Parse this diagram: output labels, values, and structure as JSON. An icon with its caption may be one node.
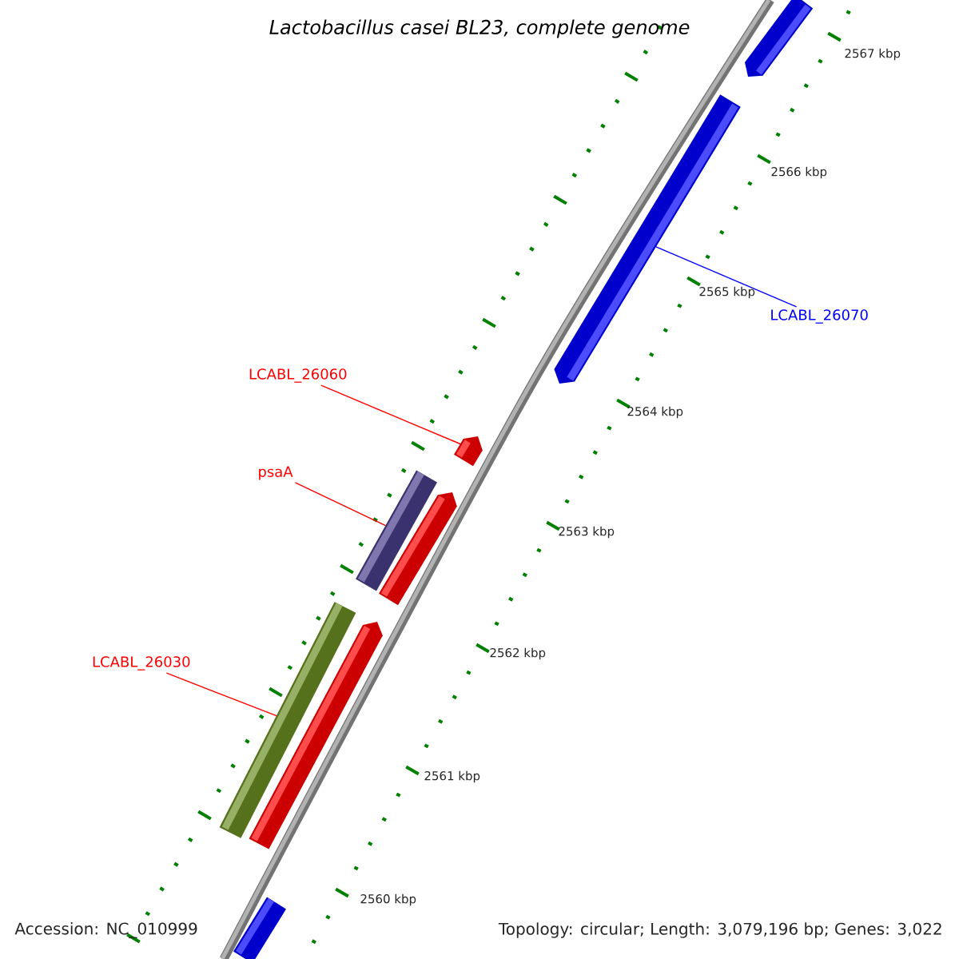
{
  "diagram": {
    "title": "Lactobacillus casei BL23, complete genome",
    "nodes": [
      {
        "text": [],
        "shape": "bar"
      },
      {
        "text": [],
        "shape": "bar"
      },
      {
        "text": [
          "LCABL_26070"
        ]
      },
      {
        "text": [
          "LCABL_26060"
        ]
      },
      {
        "text": [],
        "shape": "bar"
      },
      {
        "text": [
          "psaA"
        ]
      },
      {
        "text": [],
        "shape": "bar"
      },
      {
        "text": [],
        "shape": "bar"
      },
      {
        "text": [],
        "shape": "bar"
      },
      {
        "text": [],
        "shape": "bar"
      },
      {
        "text": [
          "LCABL_26030"
        ]
      },
      {
        "text": [],
        "shape": "bar"
      }
    ],
    "edges": [
      {
        "from": 2,
        "to": 1,
        "arrow": "none",
        "color": "#0000ff"
      },
      {
        "from": 3,
        "to": 4,
        "arrow": "none"
      },
      {
        "from": 5,
        "to": 6,
        "arrow": "none"
      },
      {
        "from": 10,
        "to": 8,
        "arrow": "none"
      }
    ],
    "labels": [
      "2567 kbp",
      "2566 kbp",
      "2565 kbp",
      "2564 kbp",
      "2563 kbp",
      "2562 kbp",
      "2561 kbp",
      "2560 kbp",
      "Accession: NC_010999",
      "Topology: circular; Length: 3,079,196 bp; Genes: 3,022"
    ]
  }
}
